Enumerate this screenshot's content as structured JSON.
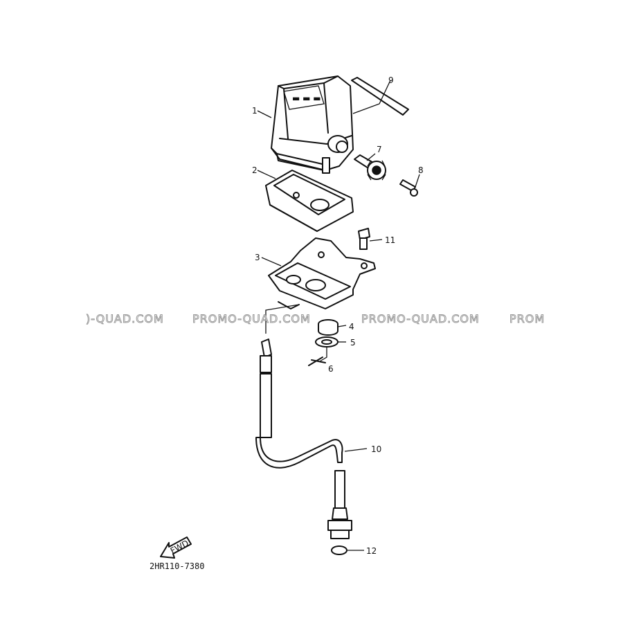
{
  "watermark": {
    "left": ")-QUAD.COM",
    "middle": "PROMO-QUAD.COM",
    "right": "PROMO-QUAD.COM",
    "edge": "PROM"
  },
  "labels": [
    "1",
    "2",
    "3",
    "4",
    "5",
    "6",
    "7",
    "8",
    "9",
    "10",
    "11",
    "12"
  ],
  "fwd_label": "FWD",
  "diagram_code": "2HR110-7380"
}
